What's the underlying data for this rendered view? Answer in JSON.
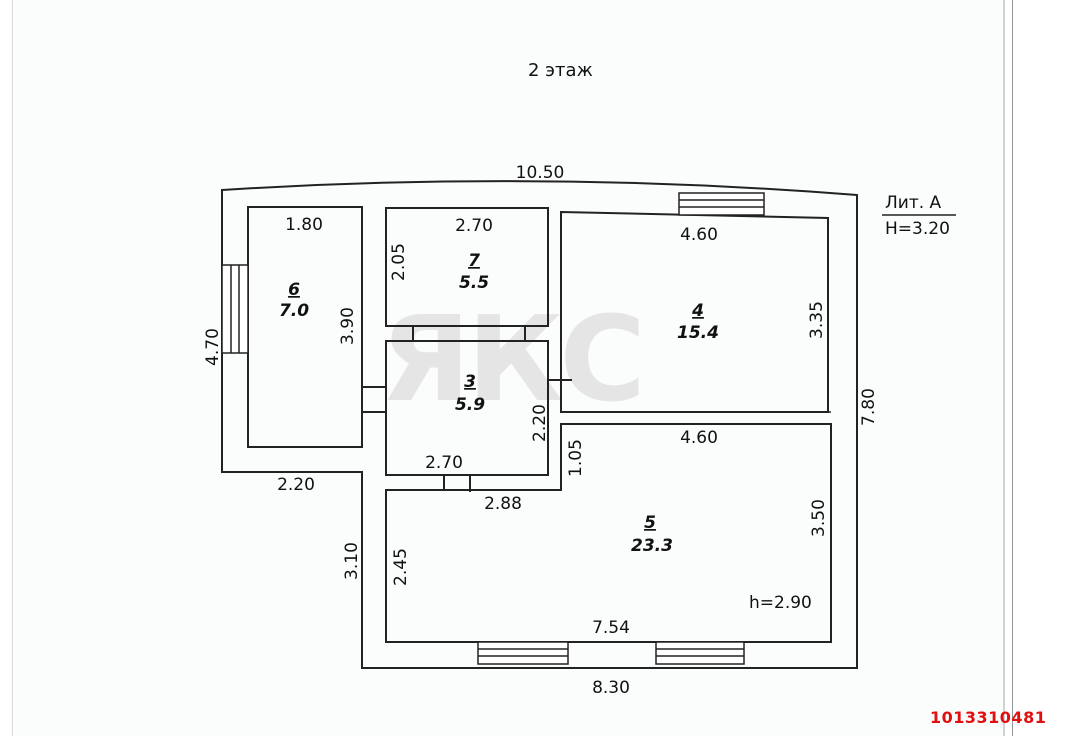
{
  "page": {
    "floor_title": "2 этаж",
    "listing_id": "1013310481",
    "watermark": "ЯКС",
    "colors": {
      "wall": "#222222",
      "text": "#111111",
      "listing_id": "#e01010"
    }
  },
  "plan": {
    "building": {
      "lit": "Лит. А",
      "height": "H=3.20"
    },
    "outer_dims": {
      "top": "10.50",
      "right": "7.80",
      "bottom": "8.30",
      "left_upper": "4.70",
      "left_step": "2.20",
      "left_lower": "3.10"
    },
    "rooms": [
      {
        "number": "6",
        "area": "7.0",
        "dims": [
          "1.80",
          "3.90"
        ]
      },
      {
        "number": "7",
        "area": "5.5",
        "dims": [
          "2.70",
          "2.05"
        ]
      },
      {
        "number": "4",
        "area": "15.4",
        "dims": [
          "4.60",
          "3.35"
        ]
      },
      {
        "number": "3",
        "area": "5.9",
        "dims": [
          "2.70",
          "2.20"
        ]
      },
      {
        "number": "5",
        "area": "23.3",
        "dims": [
          "4.60",
          "3.50",
          "7.54",
          "2.45"
        ],
        "ceiling": "h=2.90"
      }
    ],
    "other_dims": {
      "corridor_width": "1.05",
      "stair_opening": "2.88"
    }
  }
}
